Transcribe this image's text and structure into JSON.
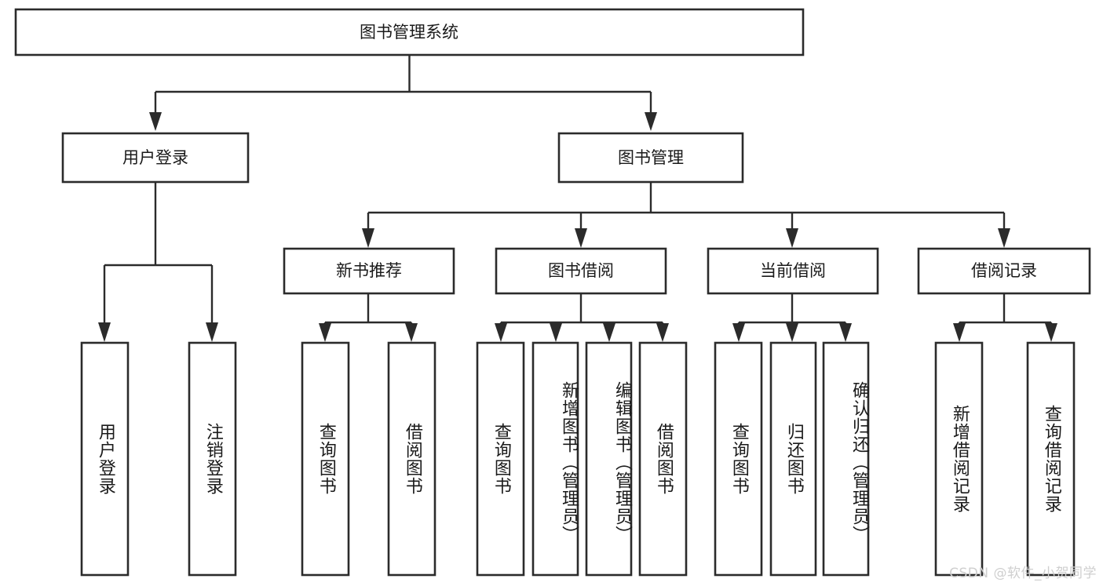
{
  "diagram": {
    "type": "tree-hierarchy",
    "title": "图书管理系统",
    "orientation": "top-down",
    "colors": {
      "box_stroke": "#2b2b2b",
      "box_fill": "#ffffff",
      "connector": "#2b2b2b",
      "text": "#1a1a1a",
      "watermark": "#cfcfcf",
      "background": "#ffffff"
    },
    "levels": {
      "root": {
        "label": "图书管理系统"
      },
      "level2": [
        {
          "label": "用户登录"
        },
        {
          "label": "图书管理"
        }
      ],
      "level3": [
        {
          "label": "新书推荐"
        },
        {
          "label": "图书借阅"
        },
        {
          "label": "当前借阅"
        },
        {
          "label": "借阅记录"
        }
      ],
      "leaves": {
        "user_login": [
          {
            "label": "用户登录"
          },
          {
            "label": "注销登录"
          }
        ],
        "new_book_recommend": [
          {
            "label": "查询图书"
          },
          {
            "label": "借阅图书"
          }
        ],
        "book_borrow": [
          {
            "label": "查询图书"
          },
          {
            "label": "新增图书（管理员）"
          },
          {
            "label": "编辑图书（管理员）"
          },
          {
            "label": "借阅图书"
          }
        ],
        "current_borrow": [
          {
            "label": "查询图书"
          },
          {
            "label": "归还图书"
          },
          {
            "label": "确认归还（管理员）"
          }
        ],
        "borrow_records": [
          {
            "label": "新增借阅记录"
          },
          {
            "label": "查询借阅记录"
          }
        ]
      }
    }
  },
  "watermark": {
    "text": "CSDN @软件_小贺同学"
  }
}
